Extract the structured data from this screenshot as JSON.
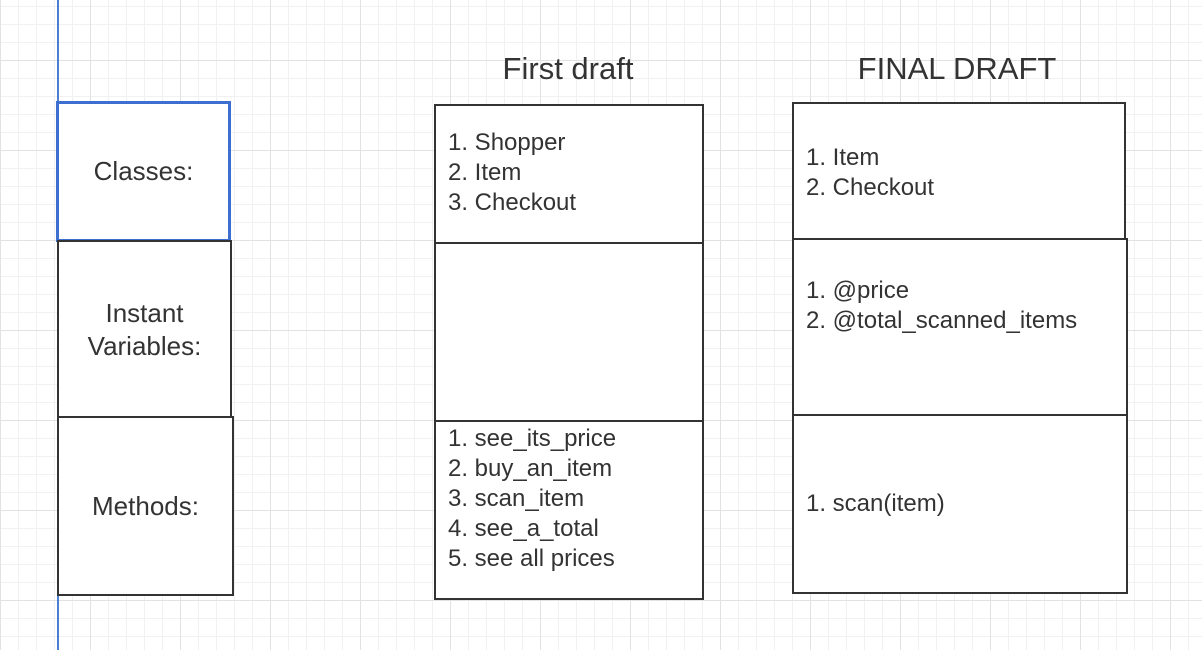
{
  "row_labels": {
    "classes": "Classes:",
    "instance_variables": "Instant Variables:",
    "methods": "Methods:"
  },
  "first_draft": {
    "title": "First draft",
    "classes": [
      "1. Shopper",
      "2. Item",
      "3. Checkout"
    ],
    "instance_variables": [],
    "methods": [
      "1. see_its_price",
      "2. buy_an_item",
      "3. scan_item",
      "4. see_a_total",
      "5. see all prices"
    ]
  },
  "final_draft": {
    "title": "FINAL DRAFT",
    "classes": [
      "1. Item",
      "2. Checkout"
    ],
    "instance_variables": [
      "1. @price",
      "2. @total_scanned_items"
    ],
    "methods": [
      "1. scan(item)"
    ]
  },
  "colors": {
    "selection_border": "#3d6fd1",
    "box_border": "#333333",
    "text": "#333333",
    "grid_major": "#e2e2e2",
    "grid_minor": "#f1f1f1"
  }
}
